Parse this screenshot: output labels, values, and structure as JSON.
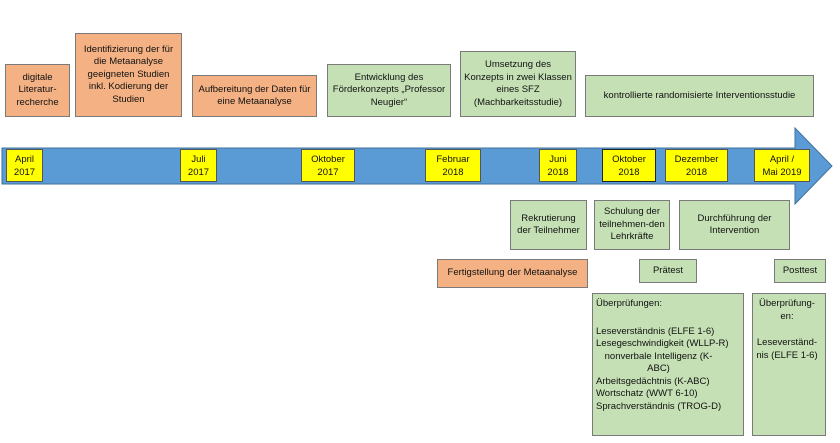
{
  "colors": {
    "salmon": "#f4b183",
    "green": "#c5e0b4",
    "timeline": "#5b9bd5",
    "date_box": "#ffff00"
  },
  "top_activities": [
    {
      "id": "lit",
      "text": "digitale Literatur-recherche"
    },
    {
      "id": "ident",
      "text": "Identifizierung der für die Metaanalyse geeigneten Studien inkl. Kodierung der Studien"
    },
    {
      "id": "aufb",
      "text": "Aufbereitung der Daten für eine Metaanalyse"
    },
    {
      "id": "entw",
      "text": "Entwicklung des Förderkonzepts „Professor Neugier“"
    },
    {
      "id": "ums",
      "text": "Umsetzung des Konzepts in zwei Klassen eines SFZ (Machbarkeitsstudie)"
    },
    {
      "id": "krs",
      "text": "kontrollierte randomisierte Interventionsstudie"
    }
  ],
  "dates": [
    {
      "line1": "April",
      "line2": "2017"
    },
    {
      "line1": "Juli",
      "line2": "2017"
    },
    {
      "line1": "Oktober",
      "line2": "2017"
    },
    {
      "line1": "Februar",
      "line2": "2018"
    },
    {
      "line1": "Juni",
      "line2": "2018"
    },
    {
      "line1": "Oktober",
      "line2": "2018"
    },
    {
      "line1": "Dezember",
      "line2": "2018"
    },
    {
      "line1": "April /",
      "line2": "Mai 2019"
    }
  ],
  "bottom_activities": {
    "rekrutierung": "Rekrutierung der Teilnehmer",
    "schulung": "Schulung der teilnehmen-den Lehrkräfte",
    "durchfuehrung": "Durchführung der Intervention",
    "fertigstellung": "Fertigstellung der Metaanalyse",
    "praetest": "Prätest",
    "posttest": "Posttest"
  },
  "checks_pre": {
    "title": "Überprüfungen:",
    "items": [
      "Leseverständnis (ELFE 1-6)",
      "Lesegeschwindigkeit (WLLP-R)",
      "nonverbale Intelligenz (K-ABC)",
      "Arbeitsgedächtnis (K-ABC)",
      "Wortschatz (WWT 6-10)",
      "Sprachverständnis (TROG-D)"
    ]
  },
  "checks_post": {
    "title": "Überprüfung-en:",
    "items": [
      "Leseverständ-nis (ELFE 1-6)"
    ]
  }
}
